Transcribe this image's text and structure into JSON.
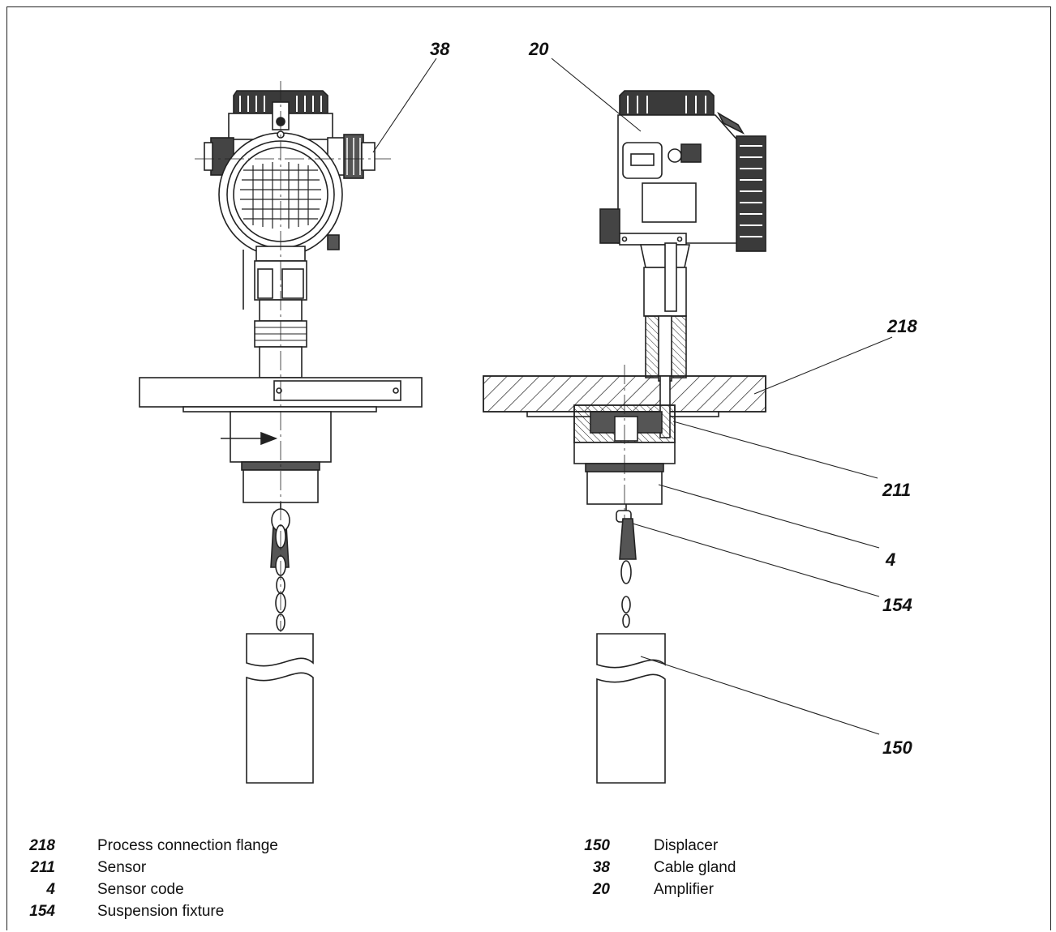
{
  "callouts": [
    {
      "id": "38",
      "label": "38"
    },
    {
      "id": "20",
      "label": "20"
    },
    {
      "id": "218",
      "label": "218"
    },
    {
      "id": "211",
      "label": "211"
    },
    {
      "id": "4",
      "label": "4"
    },
    {
      "id": "154",
      "label": "154"
    },
    {
      "id": "150",
      "label": "150"
    }
  ],
  "legend_left": [
    {
      "num": "218",
      "text": "Process connection flange"
    },
    {
      "num": "211",
      "text": "Sensor"
    },
    {
      "num": "4",
      "text": "Sensor code"
    },
    {
      "num": "154",
      "text": "Suspension fixture"
    }
  ],
  "legend_right": [
    {
      "num": "150",
      "text": "Displacer"
    },
    {
      "num": "38",
      "text": "Cable gland"
    },
    {
      "num": "20",
      "text": "Amplifier"
    }
  ]
}
